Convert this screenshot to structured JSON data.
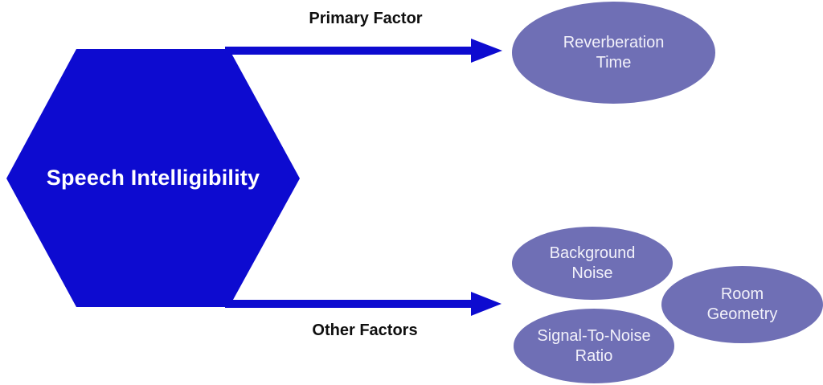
{
  "hexagon": {
    "label": "Speech Intelligibility"
  },
  "arrow_top": {
    "label": "Primary Factor"
  },
  "arrow_bottom": {
    "label": "Other Factors"
  },
  "ellipses": {
    "reverberation": {
      "line1": "Reverberation",
      "line2": "Time"
    },
    "background_noise": {
      "line1": "Background",
      "line2": "Noise"
    },
    "signal_to_noise": {
      "line1": "Signal-To-Noise",
      "line2": "Ratio"
    },
    "room_geometry": {
      "line1": "Room",
      "line2": "Geometry"
    }
  },
  "colors": {
    "primary_blue": "#0d0bd0",
    "node_purple": "#6f6fb5",
    "node_text": "#f2f1fa",
    "label_black": "#0f0f0f",
    "hexagon_text": "#ffffff",
    "background": "#ffffff"
  }
}
